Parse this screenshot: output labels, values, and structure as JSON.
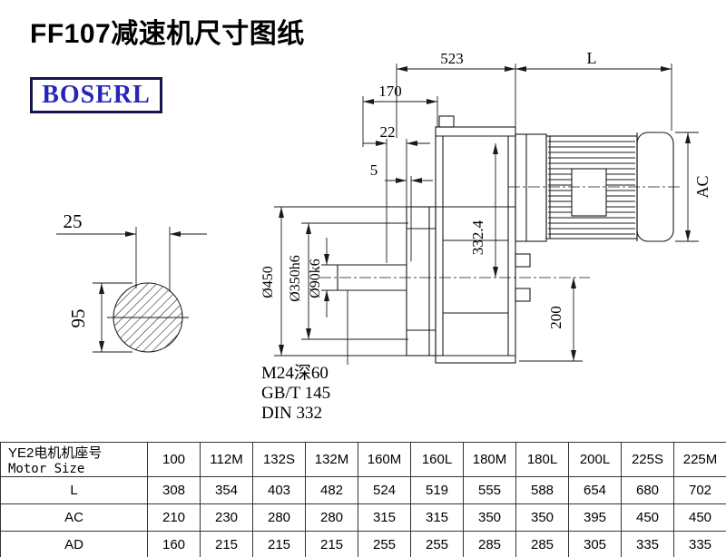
{
  "page": {
    "title": "FF107减速机尺寸图纸",
    "logo": "BOSERL"
  },
  "drawing": {
    "dim_523": "523",
    "dim_L": "L",
    "dim_170": "170",
    "dim_22": "22",
    "dim_5": "5",
    "dim_AC": "AC",
    "dim_332_4": "332.4",
    "dia_450": "Ø450",
    "dia_350": "Ø350h6",
    "dia_90": "Ø90k6",
    "dim_200": "200",
    "dim_25": "25",
    "dim_95": "95",
    "note_m24": "M24深60",
    "note_gbt": "GB/T 145",
    "note_din": "DIN 332"
  },
  "table": {
    "header": {
      "line1": "YE2电机机座号",
      "line2": "Motor Size"
    },
    "columns": [
      "100",
      "112M",
      "132S",
      "132M",
      "160M",
      "160L",
      "180M",
      "180L",
      "200L",
      "225S",
      "225M"
    ],
    "rows": [
      {
        "label": "L",
        "values": [
          "308",
          "354",
          "403",
          "482",
          "524",
          "519",
          "555",
          "588",
          "654",
          "680",
          "702"
        ]
      },
      {
        "label": "AC",
        "values": [
          "210",
          "230",
          "280",
          "280",
          "315",
          "315",
          "350",
          "350",
          "395",
          "450",
          "450"
        ]
      },
      {
        "label": "AD",
        "values": [
          "160",
          "215",
          "215",
          "215",
          "255",
          "255",
          "285",
          "285",
          "305",
          "335",
          "335"
        ]
      }
    ]
  }
}
